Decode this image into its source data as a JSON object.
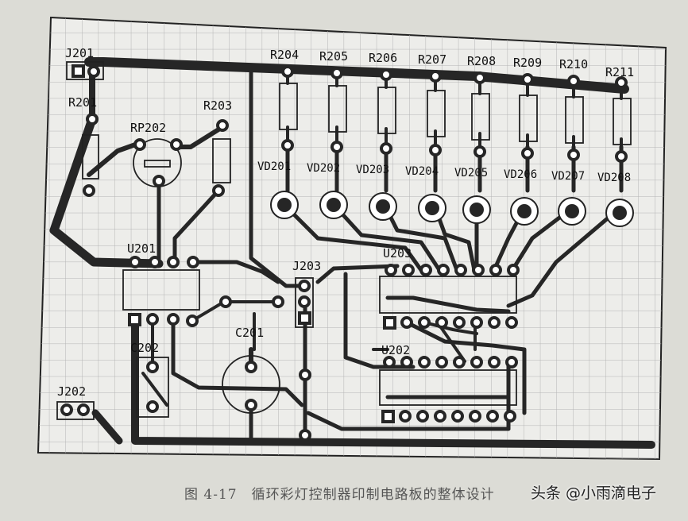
{
  "diagram": {
    "components": {
      "J201": "J201",
      "J202": "J202",
      "J203": "J203",
      "R201": "R201",
      "R203": "R203",
      "RP202": "RP202",
      "U201": "U201",
      "U202": "U202",
      "U203": "U203",
      "C201": "C201",
      "C202": "C202"
    },
    "resistors": [
      "R204",
      "R205",
      "R206",
      "R207",
      "R208",
      "R209",
      "R210",
      "R211"
    ],
    "leds": [
      "VD201",
      "VD202",
      "VD203",
      "VD204",
      "VD205",
      "VD206",
      "VD207",
      "VD208"
    ]
  },
  "caption": {
    "number": "图 4-17",
    "text": "循环彩灯控制器印制电路板的整体设计"
  },
  "watermark": "头条 @小雨滴电子",
  "colors": {
    "paper": "#dcdcd6",
    "grid": "#b8b8b8",
    "trace": "#262626",
    "pad": "#ffffff"
  }
}
